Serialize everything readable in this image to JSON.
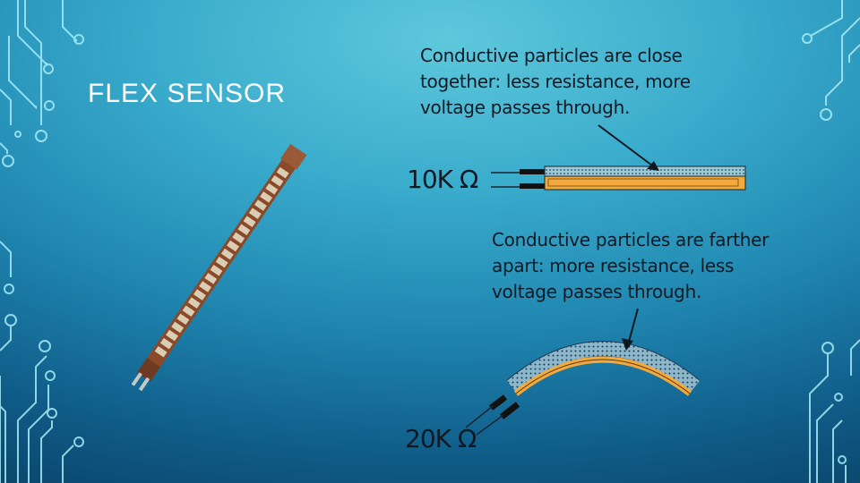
{
  "slide": {
    "title": "FLEX SENSOR"
  },
  "diagram": {
    "straight_caption": [
      "Conductive particles are close",
      "together: less resistance, more",
      "voltage passes through."
    ],
    "straight_resistance": "10K Ω",
    "bent_caption": [
      "Conductive particles are farther",
      "apart: more resistance, less",
      "voltage passes through."
    ],
    "bent_resistance": "20K Ω"
  },
  "colors": {
    "circuit_decor": "#9fe6f2",
    "sensor_trace": "#8a4a2a",
    "sensor_pad": "#d8c8ad",
    "conductive_layer": "#9cc9d8",
    "substrate": "#f3a93c"
  }
}
